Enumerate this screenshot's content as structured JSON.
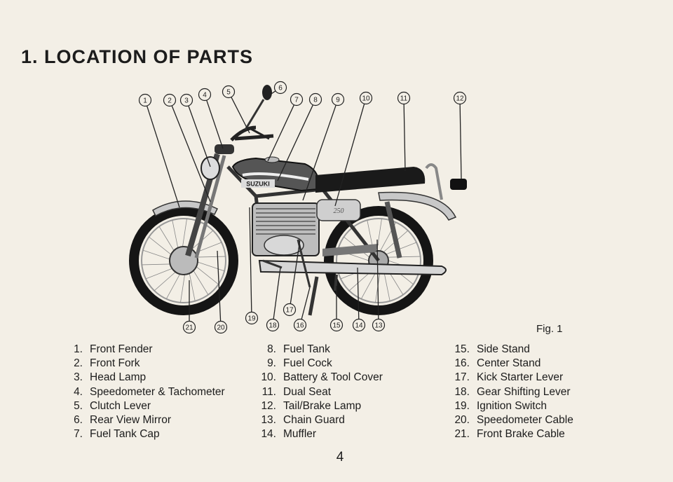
{
  "section": {
    "title": "1. LOCATION OF PARTS"
  },
  "figure": {
    "caption": "Fig. 1",
    "tank_badge": "SUZUKI",
    "side_cover_badge": "250",
    "callouts": [
      "1",
      "2",
      "3",
      "4",
      "5",
      "6",
      "7",
      "8",
      "9",
      "10",
      "11",
      "12",
      "13",
      "14",
      "15",
      "16",
      "17",
      "18",
      "19",
      "20",
      "21"
    ]
  },
  "legend": [
    [
      {
        "num": "1.",
        "label": "Front Fender"
      },
      {
        "num": "2.",
        "label": "Front Fork"
      },
      {
        "num": "3.",
        "label": "Head Lamp"
      },
      {
        "num": "4.",
        "label": "Speedometer & Tachometer"
      },
      {
        "num": "5.",
        "label": "Clutch Lever"
      },
      {
        "num": "6.",
        "label": "Rear View Mirror"
      },
      {
        "num": "7.",
        "label": "Fuel Tank Cap"
      }
    ],
    [
      {
        "num": "8.",
        "label": "Fuel Tank"
      },
      {
        "num": "9.",
        "label": "Fuel Cock"
      },
      {
        "num": "10.",
        "label": "Battery & Tool Cover"
      },
      {
        "num": "11.",
        "label": "Dual Seat"
      },
      {
        "num": "12.",
        "label": "Tail/Brake Lamp"
      },
      {
        "num": "13.",
        "label": "Chain Guard"
      },
      {
        "num": "14.",
        "label": "Muffler"
      }
    ],
    [
      {
        "num": "15.",
        "label": "Side Stand"
      },
      {
        "num": "16.",
        "label": "Center Stand"
      },
      {
        "num": "17.",
        "label": "Kick Starter Lever"
      },
      {
        "num": "18.",
        "label": "Gear Shifting Lever"
      },
      {
        "num": "19.",
        "label": "Ignition Switch"
      },
      {
        "num": "20.",
        "label": "Speedometer Cable"
      },
      {
        "num": "21.",
        "label": "Front Brake Cable"
      }
    ]
  ],
  "page_number": "4"
}
